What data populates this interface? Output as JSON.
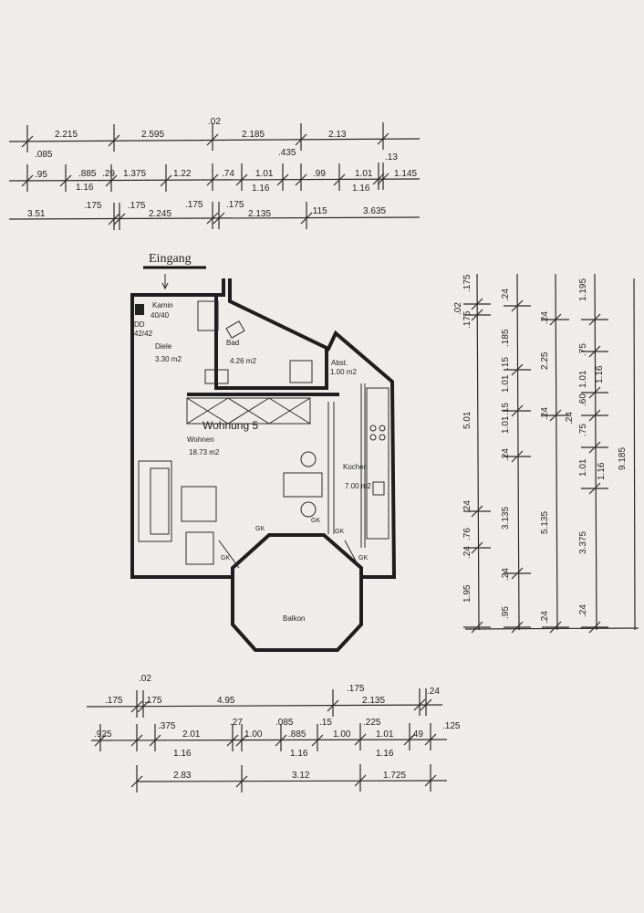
{
  "entrance_label": "Eingang",
  "rooms": {
    "kamin": "Kamin",
    "kamin_size": "40/40",
    "dd": "DD",
    "dd_size": "42/42",
    "diele": "Diele",
    "diele_area": "3.30 m2",
    "bad": "Bad",
    "bad_area": "4.26 m2",
    "abst": "Abst.",
    "abst_area": "1.00 m2",
    "unit": "Wohnung 5",
    "wohnen": "Wohnen",
    "wohnen_area": "18.73 m2",
    "kochen": "Kochen",
    "kochen_area": "7.00 m2",
    "balkon": "Balkon",
    "gk": [
      "GK",
      "GK",
      "GK",
      "GK",
      "GK"
    ]
  },
  "dims": {
    "top": {
      "row1": [
        "2.215",
        "2.595",
        ".02",
        "2.185",
        "2.13"
      ],
      "row2": [
        ".95",
        ".085",
        ".885",
        "1.16",
        ".29",
        "1.375",
        "1.22",
        ".74",
        "1.01",
        "1.16",
        ".435",
        ".99",
        "1.01",
        "1.16",
        ".13",
        "1.145"
      ],
      "row3": [
        "3.51",
        ".175",
        ".175",
        "2.245",
        ".175",
        ".175",
        "2.135",
        ".115",
        "3.635"
      ]
    },
    "bottom": {
      "row1": [
        ".175",
        ".02",
        ".175",
        "4.95",
        ".175",
        "2.135",
        ".24"
      ],
      "row2": [
        ".925",
        ".375",
        "2.01",
        "1.16",
        ".27",
        "1.00",
        ".085",
        ".885",
        "1.16",
        ".15",
        "1.00",
        ".225",
        "1.01",
        "1.16",
        ".49",
        ".125"
      ],
      "row3": [
        "2.83",
        "3.12",
        "1.725"
      ]
    },
    "right": {
      "col1": [
        ".02",
        ".175",
        ".175",
        "5.01",
        ".24",
        ".76",
        ".24",
        "1.95"
      ],
      "col2": [
        ".24",
        ".185",
        ".15",
        "1.01",
        ".15",
        "1.01",
        ".24",
        "3.135",
        ".24",
        ".95"
      ],
      "col3": [
        ".24",
        "2.25",
        ".24",
        ".24",
        "5.135",
        ".24"
      ],
      "col4": [
        "1.195",
        ".75",
        "1.01",
        "1.16",
        ".60",
        ".75",
        "1.01",
        "1.16",
        "3.375",
        ".24"
      ],
      "col5": [
        "9.185"
      ]
    }
  }
}
